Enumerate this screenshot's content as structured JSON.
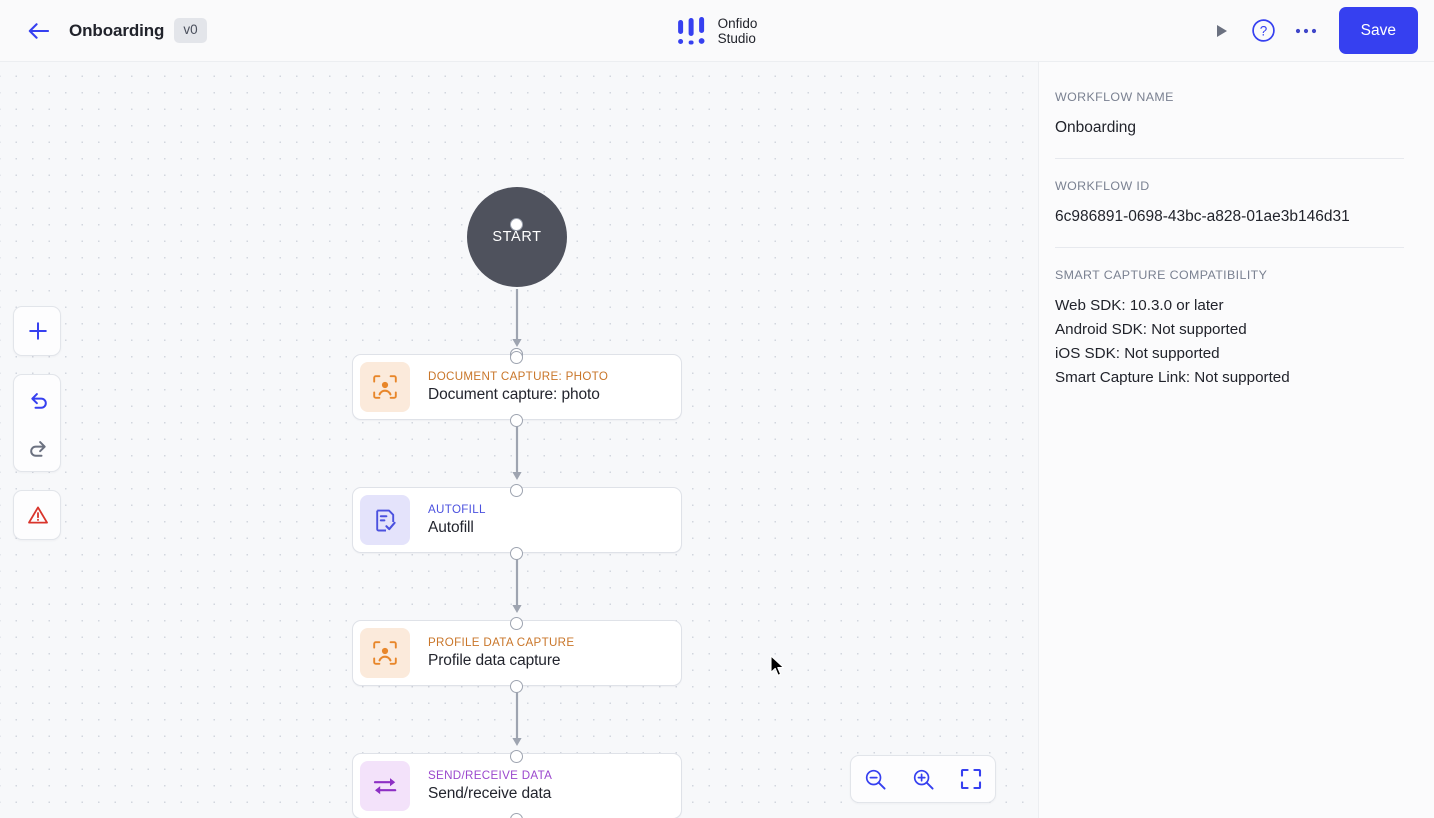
{
  "header": {
    "back_icon": "arrow-left-icon",
    "title": "Onboarding",
    "version": "v0",
    "brand": {
      "line1": "Onfido",
      "line2": "Studio",
      "mark_icon": "onfido-sliders-logo-icon"
    },
    "actions": {
      "run_icon": "play-triangle-icon",
      "help_icon": "question-circle-icon",
      "more_icon": "ellipsis-horizontal-icon",
      "save_label": "Save"
    }
  },
  "canvas": {
    "tools": [
      {
        "name": "add-node-button",
        "icon": "plus-icon",
        "color": "#3640f0"
      },
      {
        "name": "undo-button",
        "icon": "undo-arrow-icon",
        "color": "#3640f0"
      },
      {
        "name": "redo-button",
        "icon": "redo-arrow-icon",
        "color": "#6b7180"
      },
      {
        "name": "errors-button",
        "icon": "warning-triangle-icon",
        "color": "#d9342b"
      }
    ],
    "zoom_controls": [
      {
        "name": "zoom-out-button",
        "icon": "magnifier-minus-icon"
      },
      {
        "name": "zoom-in-button",
        "icon": "magnifier-plus-icon"
      },
      {
        "name": "fit-to-screen-button",
        "icon": "expand-frame-icon"
      }
    ],
    "start_node": {
      "label": "START"
    },
    "nodes": [
      {
        "kicker": "DOCUMENT CAPTURE: PHOTO",
        "title": "Document capture: photo",
        "icon": "document-capture-face-scan-icon",
        "icon_color": "#e8862a",
        "icon_bg": "#fbeadb"
      },
      {
        "kicker": "AUTOFILL",
        "title": "Autofill",
        "icon": "document-check-icon",
        "icon_color": "#4b51df",
        "icon_bg": "#e4e3fb"
      },
      {
        "kicker": "PROFILE DATA CAPTURE",
        "title": "Profile data capture",
        "icon": "profile-scan-icon",
        "icon_color": "#e8862a",
        "icon_bg": "#fbeadb"
      },
      {
        "kicker": "SEND/RECEIVE DATA",
        "title": "Send/receive data",
        "icon": "exchange-arrows-icon",
        "icon_color": "#8d2fc4",
        "icon_bg": "#f3e2fa"
      }
    ]
  },
  "sidebar": {
    "workflow_name_label": "WORKFLOW NAME",
    "workflow_name_value": "Onboarding",
    "workflow_id_label": "WORKFLOW ID",
    "workflow_id_value": "6c986891-0698-43bc-a828-01ae3b146d31",
    "compat_label": "SMART CAPTURE COMPATIBILITY",
    "compat_rows": [
      "Web SDK: 10.3.0 or later",
      "Android SDK: Not supported",
      "iOS SDK: Not supported",
      "Smart Capture Link: Not supported"
    ]
  },
  "colors": {
    "accent": "#3640f0",
    "start_node": "#4f525d",
    "canvas_bg": "#f7f8fa",
    "danger": "#d9342b"
  }
}
